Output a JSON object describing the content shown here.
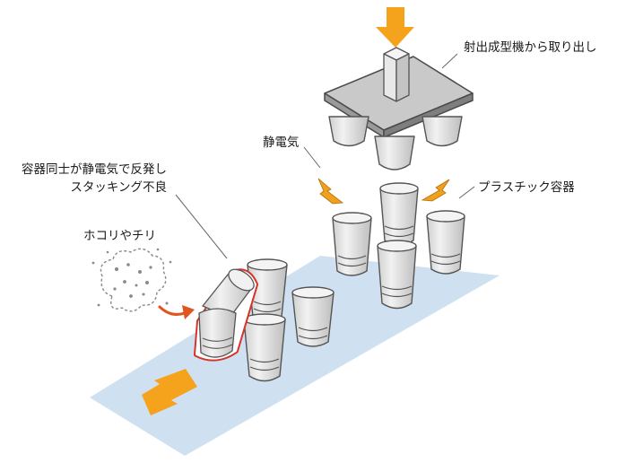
{
  "labels": {
    "mold_removal": "射出成型機から取り出し",
    "static_electricity": "静電気",
    "plastic_container": "プラスチック容器",
    "dust": "ホコリやチリ",
    "stacking_failure_line1": "容器同士が静電気で反発し",
    "stacking_failure_line2": "スタッキング不良"
  },
  "colors": {
    "conveyor": "#cfe1f1",
    "platen_top": "#c9c9c9",
    "cup_body": "#e3e3e3",
    "arrow": "#f5a31c",
    "lightning": "#f0a020",
    "highlight_outline": "#d6342a",
    "dust_arrow": "#e0541f"
  },
  "icons": {
    "down_arrow": "orange-down-arrow-icon",
    "conveyor_arrow": "orange-direction-arrow-icon",
    "spark": "lightning-bolt-icon",
    "dust": "dust-cloud-icon"
  }
}
